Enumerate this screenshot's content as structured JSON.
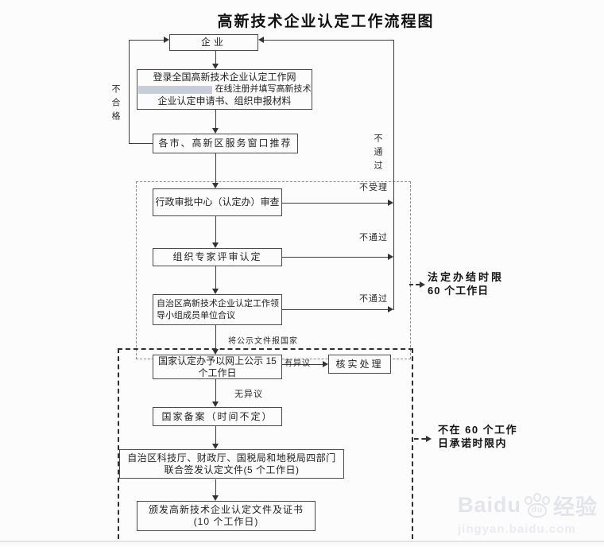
{
  "title": "高新技术企业认定工作流程图",
  "boxes": {
    "enterprise": {
      "label": "企业"
    },
    "register": {
      "line1": "登录全国高新技术企业认定工作网",
      "line2": "在线注册并填写高新技术",
      "line3": "企业认定申请书、组织申报材料"
    },
    "service_window": {
      "label": "各市、高新区服务窗口推荐"
    },
    "admin_review": {
      "label": "行政审批中心（认定办）审查"
    },
    "expert_review": {
      "label": "组织专家评审认定"
    },
    "leading_group": {
      "line1": "自治区高新技术企业认定工作领",
      "line2": "导小组成员单位合议"
    },
    "publicity": {
      "line1": "国家认定办予以网上公示 15",
      "line2": "个工作日"
    },
    "verification": {
      "label": "核实处理"
    },
    "national_record": {
      "label": "国家备案（时间不定）"
    },
    "four_departments": {
      "line1": "自治区科技厅、财政厅、国税局和地税局四部门",
      "line2": "联合签发认定文件(5 个工作日)"
    },
    "certificate": {
      "line1": "颁发高新技术企业认定文件及证书",
      "line2": "(10 个工作日)"
    }
  },
  "edge_labels": {
    "unqualified": "不合格",
    "not_pass_return": "不通过",
    "not_accepted": "不受理",
    "not_pass_expert": "不通过",
    "not_pass_group": "不通过",
    "report_to_state": "将公示文件报国家",
    "has_objection": "有异议",
    "no_objection": "无异议"
  },
  "annotations": {
    "legal_limit": {
      "line1": "法定办结时限",
      "line2": "60 个工作日"
    },
    "promise_limit": {
      "line1": "不在 60 个工作",
      "line2": "日承诺时限内"
    }
  },
  "watermark": {
    "brand": "Baidu",
    "suffix": "经验",
    "paw_text": "du",
    "url": "jingyan.baidu.com"
  },
  "colors": {
    "redaction_bar": "#c9cdd9"
  }
}
